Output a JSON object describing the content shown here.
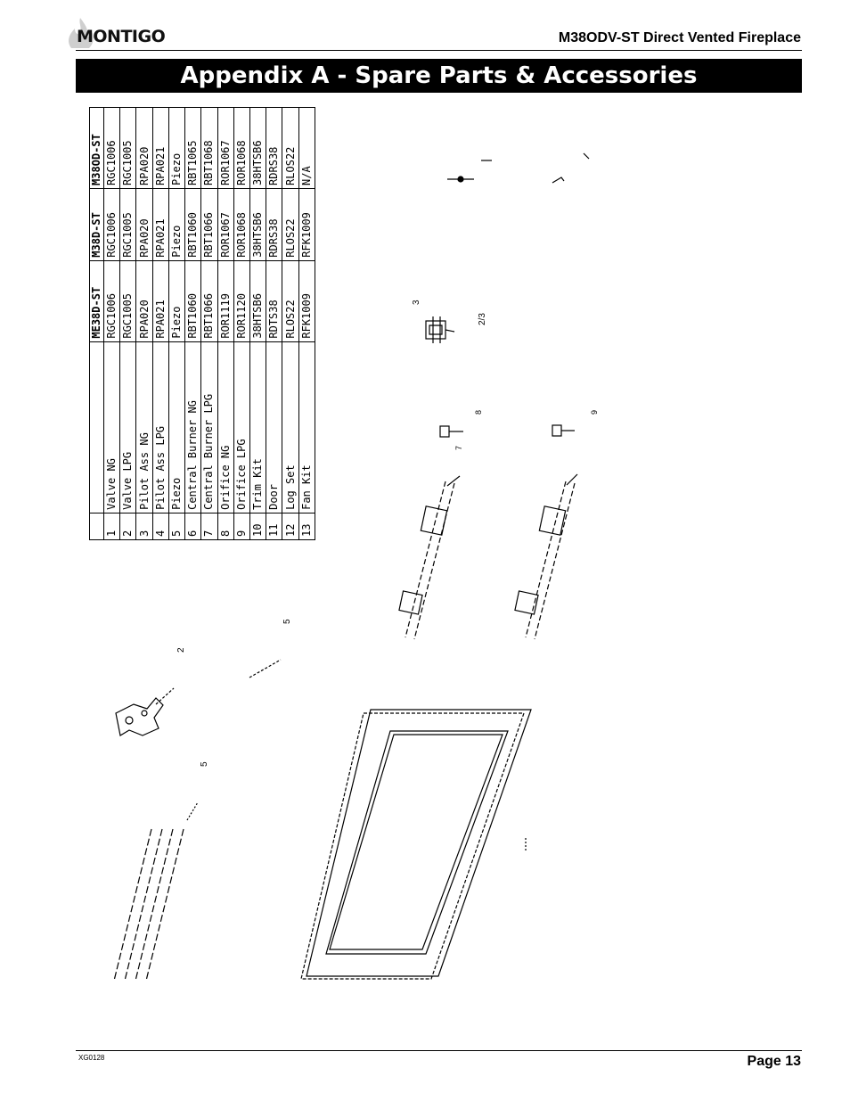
{
  "header": {
    "brand": "MONTIGO",
    "document_title": "M38ODV-ST Direct Vented Fireplace"
  },
  "banner": {
    "title": "Appendix A - Spare Parts & Accessories"
  },
  "parts_table": {
    "columns": [
      "",
      "",
      "ME38D-ST",
      "M38D-ST",
      "M38OD-ST"
    ],
    "rows": [
      {
        "num": "1",
        "desc": "Valve NG",
        "me38d": "RGC1006",
        "m38d": "RGC1006",
        "m38od": "RGC1006"
      },
      {
        "num": "2",
        "desc": "Valve LPG",
        "me38d": "RGC1005",
        "m38d": "RGC1005",
        "m38od": "RGC1005"
      },
      {
        "num": "3",
        "desc": "Pilot Ass NG",
        "me38d": "RPA020",
        "m38d": "RPA020",
        "m38od": "RPA020"
      },
      {
        "num": "4",
        "desc": "Pilot Ass LPG",
        "me38d": "RPA021",
        "m38d": "RPA021",
        "m38od": "RPA021"
      },
      {
        "num": "5",
        "desc": "Piezo",
        "me38d": "Piezo",
        "m38d": "Piezo",
        "m38od": "Piezo"
      },
      {
        "num": "6",
        "desc": "Central Burner NG",
        "me38d": "RBT1060",
        "m38d": "RBT1060",
        "m38od": "RBT1065"
      },
      {
        "num": "7",
        "desc": "Central Burner LPG",
        "me38d": "RBT1066",
        "m38d": "RBT1066",
        "m38od": "RBT1068"
      },
      {
        "num": "8",
        "desc": "Orifice NG",
        "me38d": "ROR1119",
        "m38d": "ROR1067",
        "m38od": "ROR1067"
      },
      {
        "num": "9",
        "desc": "Orifice LPG",
        "me38d": "ROR1120",
        "m38d": "ROR1068",
        "m38od": "ROR1068"
      },
      {
        "num": "10",
        "desc": "Trim Kit",
        "me38d": "38HTSB6",
        "m38d": "38HTSB6",
        "m38od": "38HTSB6"
      },
      {
        "num": "11",
        "desc": "Door",
        "me38d": "RDTS38",
        "m38d": "RDRS38",
        "m38od": "RDRS38"
      },
      {
        "num": "12",
        "desc": "Log Set",
        "me38d": "RLOS22",
        "m38d": "RLOS22",
        "m38od": "RLOS22"
      },
      {
        "num": "13",
        "desc": "Fan Kit",
        "me38d": "RFK1009",
        "m38d": "RFK1009",
        "m38od": "N/A"
      }
    ]
  },
  "diagram": {
    "callouts": [
      "2",
      "5",
      "5",
      "3",
      "8",
      "9",
      "7",
      "2/3"
    ]
  },
  "footer": {
    "doc_code": "XG0128",
    "page": "Page 13"
  }
}
